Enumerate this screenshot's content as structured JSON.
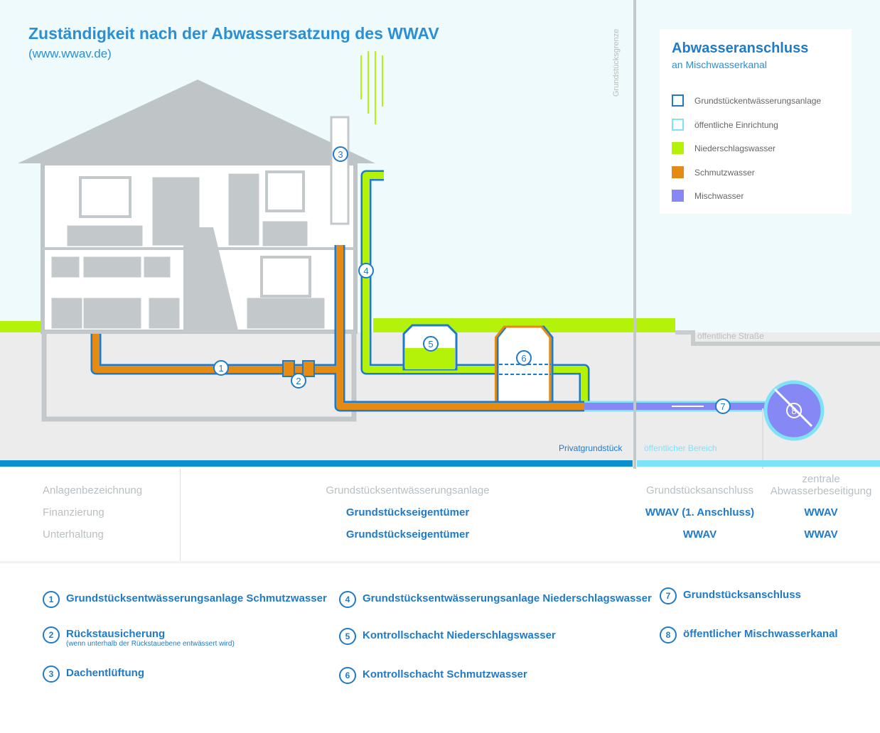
{
  "header": {
    "title": "Zuständigkeit nach der Abwassersatzung des WWAV",
    "subtitle": "(www.wwav.de)"
  },
  "legend": {
    "title": "Abwasseranschluss",
    "subtitle": "an Mischwasserkanal",
    "items": [
      {
        "label": "Grundstückentwässerungsanlage",
        "color": "#1f7ac8",
        "outline": true
      },
      {
        "label": "öffentliche Einrichtung",
        "color": "#7fe3f7",
        "outline": true
      },
      {
        "label": "Niederschlagswasser",
        "color": "#b5f20a"
      },
      {
        "label": "Schmutzwasser",
        "color": "#e58a12"
      },
      {
        "label": "Mischwasser",
        "color": "#8588f5"
      }
    ]
  },
  "diagram": {
    "boundary_label": "Grundstücksgrenze",
    "street_label": "öffentliche Straße",
    "private_label": "Privatgrundstück",
    "public_label": "öffentlicher Bereich",
    "markers": [
      "1",
      "2",
      "3",
      "4",
      "5",
      "6",
      "7",
      "8"
    ]
  },
  "table": {
    "rows": [
      {
        "label": "Anlagenbezeichnung",
        "col1": "Grundstücksentwässerungsanlage",
        "col2": "Grundstücksanschluss",
        "col3": "zentrale Abwasserbeseitigung"
      },
      {
        "label": "Finanzierung",
        "col1": "Grundstückseigentümer",
        "col2": "WWAV (1. Anschluss)",
        "col3": "WWAV"
      },
      {
        "label": "Unterhaltung",
        "col1": "Grundstückseigentümer",
        "col2": "WWAV",
        "col3": "WWAV"
      }
    ]
  },
  "key": [
    {
      "n": "1",
      "label": "Grundstücksentwässerungsanlage Schmutzwasser"
    },
    {
      "n": "2",
      "label": "Rückstausicherung",
      "note": "(wenn unterhalb der Rückstauebene entwässert wird)"
    },
    {
      "n": "3",
      "label": "Dachentlüftung"
    },
    {
      "n": "4",
      "label": "Grundstücksentwässerungsanlage Niederschlagswasser"
    },
    {
      "n": "5",
      "label": "Kontrollschacht Niederschlagswasser"
    },
    {
      "n": "6",
      "label": "Kontrollschacht Schmutzwasser"
    },
    {
      "n": "7",
      "label": "Grundstücksanschluss"
    },
    {
      "n": "8",
      "label": "öffentlicher Mischwasserkanal"
    }
  ]
}
